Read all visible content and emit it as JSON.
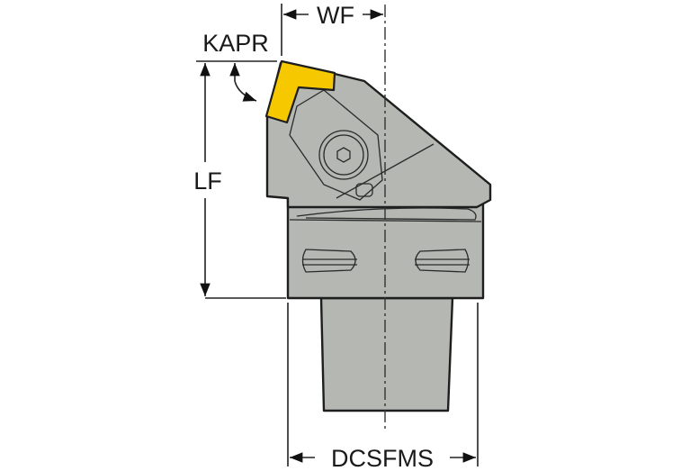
{
  "labels": {
    "wf": "WF",
    "kapr": "KAPR",
    "lf": "LF",
    "dcsfms": "DCSFMS"
  },
  "colors": {
    "insert": "#f5c800",
    "body": "#b4b7b2",
    "outline": "#1e1e1e"
  }
}
